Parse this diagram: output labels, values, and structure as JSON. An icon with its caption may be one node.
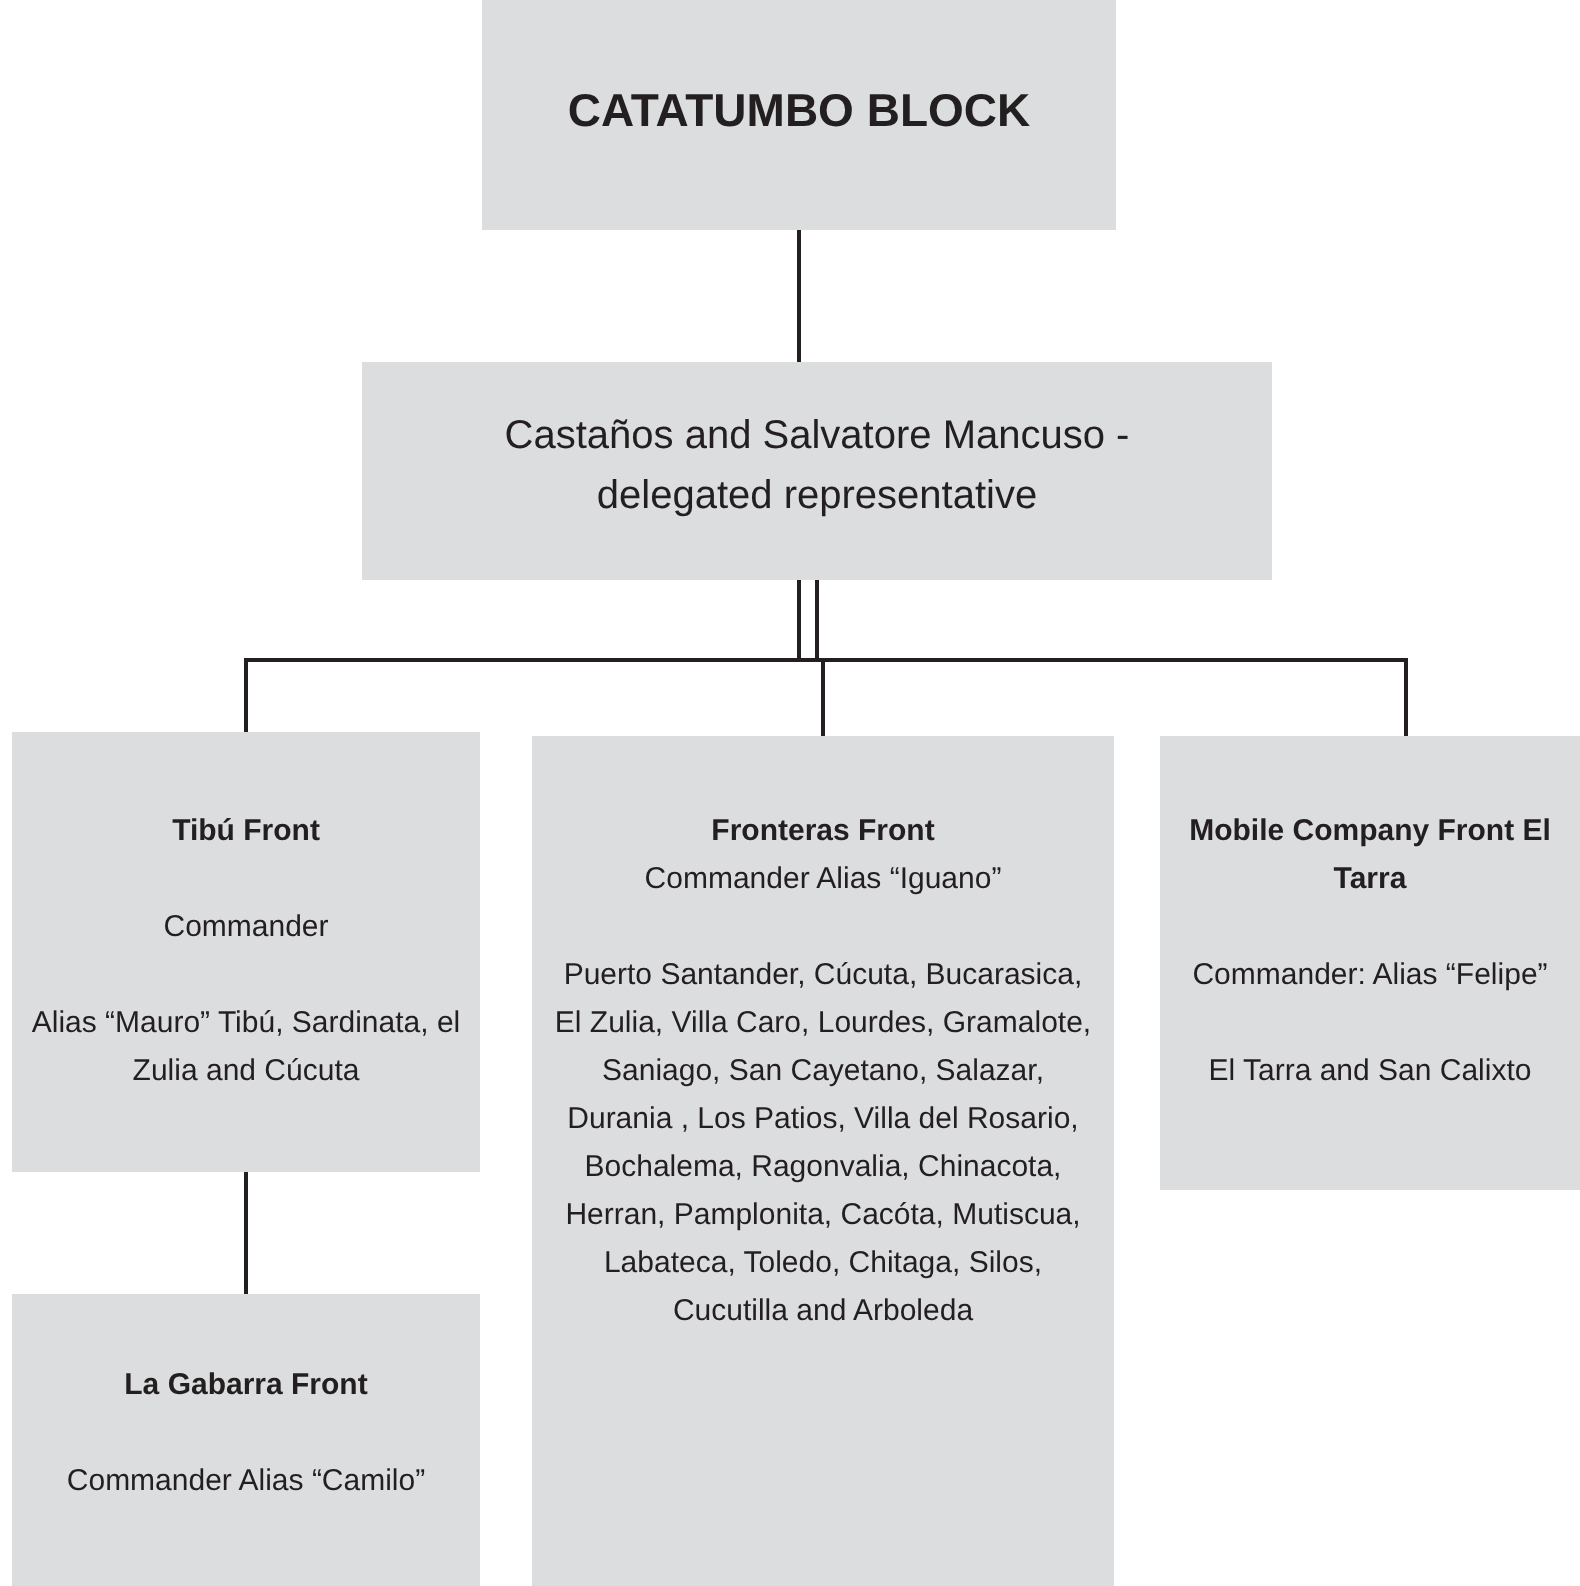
{
  "diagram": {
    "nodes": [
      {
        "text": [
          "CATATUMBO BLOCK"
        ]
      },
      {
        "text": [
          "Castaños and Salvatore Mancuso - delegated representative"
        ]
      },
      {
        "text": [
          "Tibú Front",
          "Commander",
          "Alias “Mauro” Tibú, Sardinata, el Zulia and Cúcuta"
        ]
      },
      {
        "text": [
          "Fronteras Front",
          "Commander Alias “Iguano”",
          "Puerto Santander, Cúcuta, Bucarasica, El Zulia, Villa Caro, Lourdes, Gramalote, Saniago, San Cayetano, Salazar, Durania , Los Patios, Villa del Rosario, Bochalema, Ragonvalia, Chinacota, Herran, Pamplonita, Cacóta, Mutiscua, Labateca, Toledo, Chitaga, Silos, Cucutilla and Arboleda"
        ]
      },
      {
        "text": [
          "Mobile Company Front El Tarra",
          "Commander: Alias “Felipe”",
          "El Tarra and San Calixto"
        ]
      },
      {
        "text": [
          "La Gabarra Front",
          "Commander Alias “Camilo”"
        ]
      }
    ],
    "edges": [
      {
        "from": 0,
        "to": 1,
        "arrow": "none"
      },
      {
        "from": 1,
        "to": 2,
        "arrow": "none"
      },
      {
        "from": 1,
        "to": 3,
        "arrow": "none"
      },
      {
        "from": 1,
        "to": 4,
        "arrow": "none"
      },
      {
        "from": 2,
        "to": 5,
        "arrow": "none"
      }
    ]
  }
}
